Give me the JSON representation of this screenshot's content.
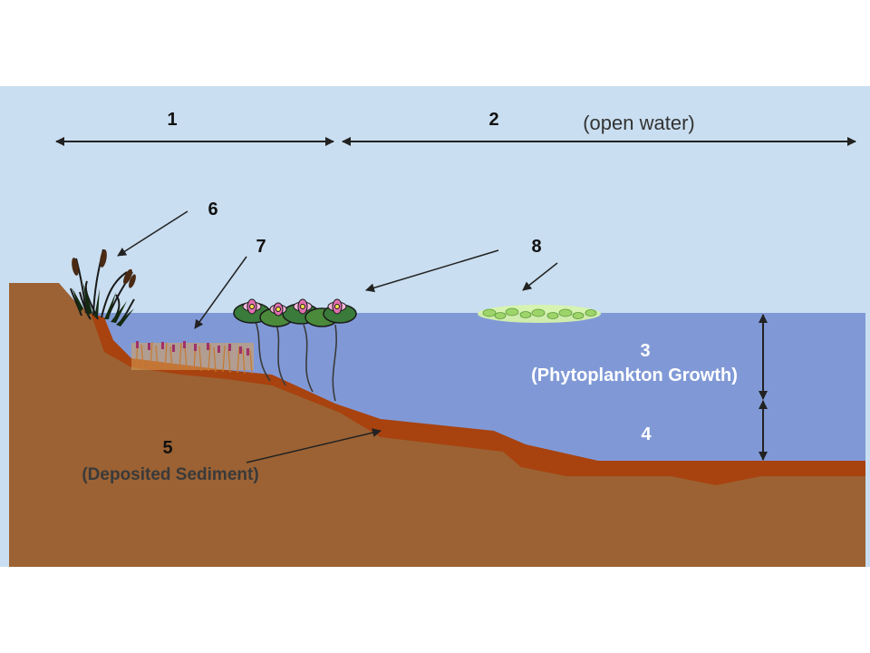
{
  "diagram": {
    "zone_labels": {
      "zone_1": "1",
      "zone_2": "2",
      "zone_2_note": "(open water)"
    },
    "callouts": {
      "label_3": "3",
      "label_3_note": "(Phytoplankton Growth)",
      "label_4": "4",
      "label_5": "5",
      "label_5_note": "(Deposited Sediment)",
      "label_6": "6",
      "label_7": "7",
      "label_8": "8"
    },
    "colors": {
      "sky": "#c9def0",
      "water": "#8099d6",
      "soil": "#9c6233",
      "sediment": "#a8420f",
      "arrow": "#222222"
    }
  }
}
